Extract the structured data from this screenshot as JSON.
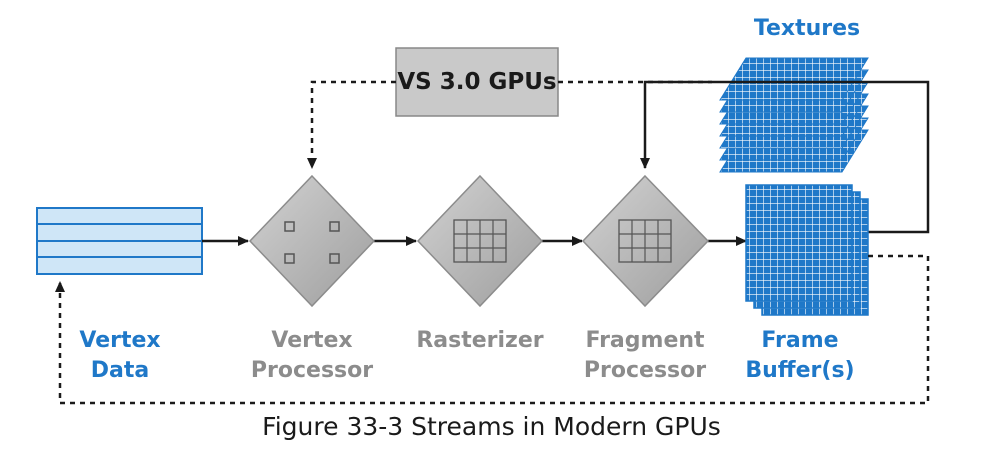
{
  "diagram": {
    "vs_box": "VS 3.0 GPUs",
    "textures": "Textures",
    "nodes": [
      {
        "line1": "Vertex",
        "line2": "Data"
      },
      {
        "line1": "Vertex",
        "line2": "Processor"
      },
      {
        "line1": "Rasterizer",
        "line2": ""
      },
      {
        "line1": "Fragment",
        "line2": "Processor"
      },
      {
        "line1": "Frame",
        "line2": "Buffer(s)"
      }
    ],
    "caption": "Figure 33-3 Streams in Modern GPUs",
    "colors": {
      "accent_blue": "#1f78c8",
      "node_gray": "#b5b5b5",
      "box_gray": "#c9c9c9",
      "line": "#1a1a1a"
    }
  }
}
